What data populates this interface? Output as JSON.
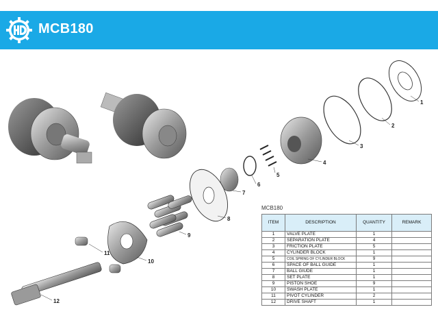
{
  "header": {
    "brand": "MCB180",
    "logo_icon": "hd-gear-logo-icon",
    "bg_color": "#1aa9e6"
  },
  "callouts": [
    "1",
    "2",
    "3",
    "4",
    "5",
    "6",
    "7",
    "8",
    "9",
    "10",
    "11",
    "12"
  ],
  "parts_table": {
    "caption": "MCB180",
    "columns": [
      "ITEM",
      "DESCRIPTION",
      "QUANTITY",
      "REMARK"
    ],
    "rows": [
      {
        "item": "1",
        "description": "VALVE PLATE",
        "quantity": "1",
        "remark": ""
      },
      {
        "item": "2",
        "description": "SEPARATION PLATE",
        "quantity": "4",
        "remark": ""
      },
      {
        "item": "3",
        "description": "FRICTION PLATE",
        "quantity": "5",
        "remark": ""
      },
      {
        "item": "4",
        "description": "CYLINDER BLOCK",
        "quantity": "1",
        "remark": ""
      },
      {
        "item": "5",
        "description": "COIL SPRING OF CYLINDER BLOCK",
        "quantity": "9",
        "remark": ""
      },
      {
        "item": "6",
        "description": "SPACE OF BALL GUIDE",
        "quantity": "1",
        "remark": ""
      },
      {
        "item": "7",
        "description": "BALL GIUDE",
        "quantity": "1",
        "remark": ""
      },
      {
        "item": "8",
        "description": "SET PLATE",
        "quantity": "1",
        "remark": ""
      },
      {
        "item": "9",
        "description": "PISTON SHOE",
        "quantity": "9",
        "remark": ""
      },
      {
        "item": "10",
        "description": "SWASH PLATE",
        "quantity": "1",
        "remark": ""
      },
      {
        "item": "11",
        "description": "PIVOT CYLINDER",
        "quantity": "2",
        "remark": ""
      },
      {
        "item": "12",
        "description": "DRIVE SHAFT",
        "quantity": "1",
        "remark": ""
      }
    ]
  }
}
